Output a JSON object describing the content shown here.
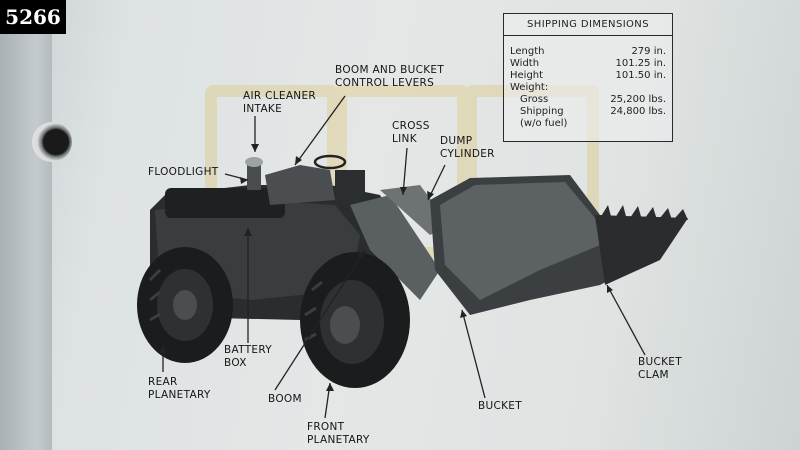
{
  "badge": {
    "number": "5266"
  },
  "shipping": {
    "title": "SHIPPING DIMENSIONS",
    "rows": [
      {
        "label": "Length",
        "value": "279 in."
      },
      {
        "label": "Width",
        "value": "101.25 in."
      },
      {
        "label": "Height",
        "value": "101.50 in."
      },
      {
        "label": "Weight:",
        "value": ""
      },
      {
        "label": "Gross",
        "value": "25,200 lbs."
      },
      {
        "label": "Shipping",
        "value": "24,800 lbs."
      },
      {
        "label": "(w/o fuel)",
        "value": ""
      }
    ]
  },
  "labels": {
    "air_cleaner_1": "AIR CLEANER",
    "air_cleaner_2": "INTAKE",
    "boom_levers_1": "BOOM AND BUCKET",
    "boom_levers_2": "CONTROL LEVERS",
    "cross_link_1": "CROSS",
    "cross_link_2": "LINK",
    "dump_cyl_1": "DUMP",
    "dump_cyl_2": "CYLINDER",
    "floodlight": "FLOODLIGHT",
    "battery_1": "BATTERY",
    "battery_2": "BOX",
    "boom": "BOOM",
    "rear_planetary_1": "REAR",
    "rear_planetary_2": "PLANETARY",
    "front_planetary_1": "FRONT",
    "front_planetary_2": "PLANETARY",
    "bucket": "BUCKET",
    "bucket_clam_1": "BUCKET",
    "bucket_clam_2": "CLAM"
  }
}
